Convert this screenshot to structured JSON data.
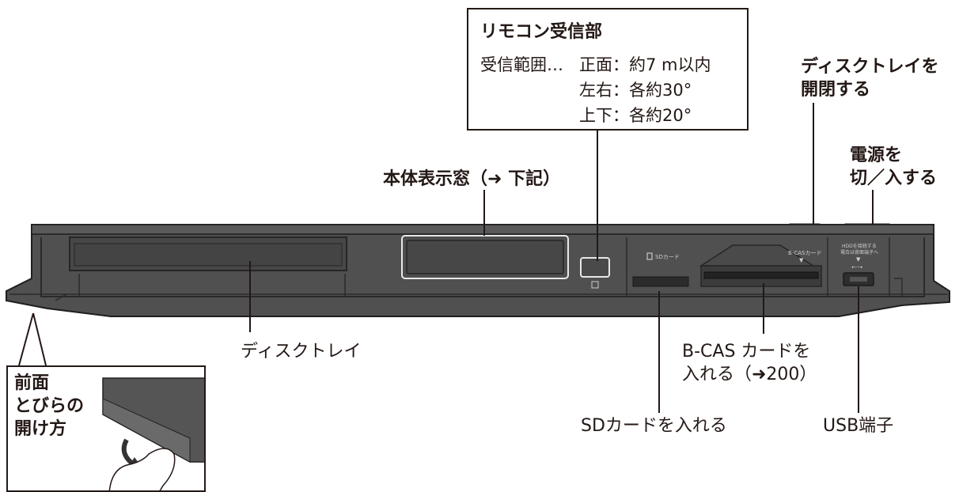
{
  "labels": {
    "remote_title": "リモコン受信部",
    "remote_range_label": "受信範囲…",
    "remote_front": "正面：約7 m以内",
    "remote_lr": "左右：各約30°",
    "remote_ud": "上下：各約20°",
    "tray_open_line1": "ディスクトレイを",
    "tray_open_line2": "開閉する",
    "power_line1": "電源を",
    "power_line2": "切／入する",
    "display_window": "本体表示窓（➜ 下記）",
    "disc_tray": "ディスクトレイ",
    "bcas_line1": "B-CAS カードを",
    "bcas_line2": "入れる（➜200）",
    "sd_insert": "SDカードを入れる",
    "usb": "USB端子",
    "door_line1": "前面",
    "door_line2": "とびらの",
    "door_line3": "開け方"
  },
  "panel_text": {
    "sd_card": "SDカード",
    "bcas_card": "B-CASカード",
    "hdd_line1": "HDDを接続する",
    "hdd_line2": "場合は背面端子へ"
  },
  "colors": {
    "body": "#4f4f4f",
    "body_dark": "#3a3a3a",
    "line": "#231815",
    "panel_text": "#cfcfcf"
  }
}
